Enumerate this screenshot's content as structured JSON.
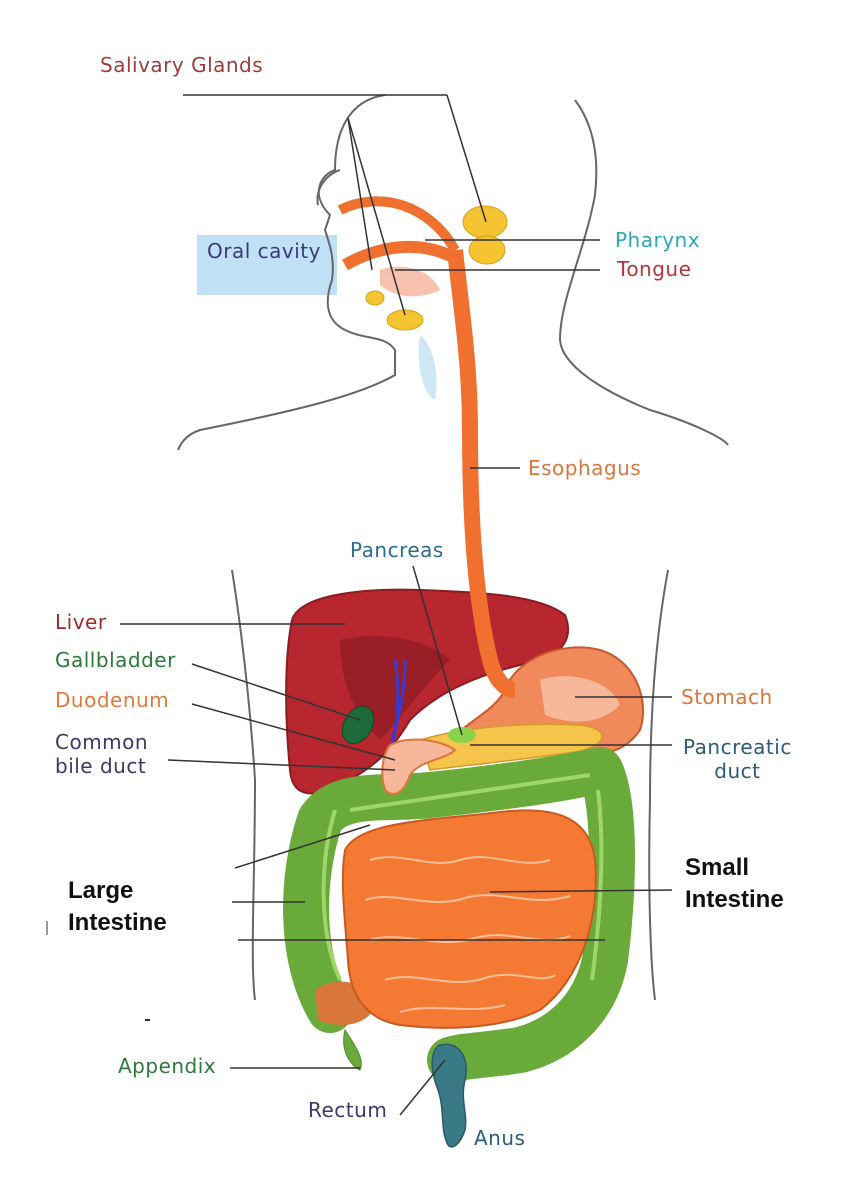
{
  "labels": {
    "salivary_glands": "Salivary Glands",
    "oral_cavity": "Oral cavity",
    "pharynx": "Pharynx",
    "tongue": "Tongue",
    "esophagus": "Esophagus",
    "pancreas": "Pancreas",
    "liver": "Liver",
    "gallbladder": "Gallbladder",
    "duodenum": "Duodenum",
    "common_bile_duct": "Common\nbile duct",
    "stomach": "Stomach",
    "pancreatic_duct": "Pancreatic\nduct",
    "small_intestine": "Small\nIntestine",
    "large_intestine": "Large\nIntestine",
    "appendix": "Appendix",
    "rectum": "Rectum",
    "anus": "Anus"
  },
  "colors": {
    "salivary_glands": "#9e3b3b",
    "oral_cavity": "#3a3a7a",
    "oral_cavity_box": "#bfe0f5",
    "pharynx": "#2aaab8",
    "tongue": "#b8343c",
    "esophagus": "#d9773a",
    "pancreas": "#2a6d8e",
    "liver": "#9e2b2b",
    "gallbladder": "#2b7a3a",
    "duodenum": "#e07a3a",
    "common_bile_duct": "#3a3a6a",
    "stomach": "#d9773a",
    "pancreatic_duct": "#2a5c7a",
    "large_intestine": "#111111",
    "small_intestine": "#111111",
    "appendix": "#2b7a3a",
    "rectum": "#3a3a6a",
    "anus": "#2a5c7a",
    "leader_line": "#333333",
    "body_outline": "#666666"
  }
}
